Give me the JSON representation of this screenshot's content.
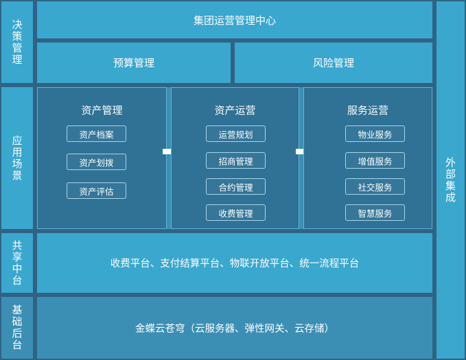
{
  "row_labels": {
    "decision": [
      "决",
      "策",
      "管",
      "理"
    ],
    "application": [
      "应",
      "用",
      "场",
      "景"
    ],
    "shared": [
      "共",
      "享",
      "中",
      "台"
    ],
    "base": [
      "基",
      "础",
      "后",
      "台"
    ],
    "external": [
      "外",
      "部",
      "集",
      "成"
    ]
  },
  "decision": {
    "title": "集团运营管理中心",
    "budget": "预算管理",
    "risk": "风险管理"
  },
  "columns": [
    {
      "title": "资产管理",
      "items": [
        "资产档案",
        "资产划拨",
        "资产评估"
      ]
    },
    {
      "title": "资产运营",
      "items": [
        "运营规划",
        "招商管理",
        "合约管理",
        "收费管理"
      ]
    },
    {
      "title": "服务运营",
      "items": [
        "物业服务",
        "增值服务",
        "社交服务",
        "智慧服务"
      ]
    }
  ],
  "shared_platform": "收费平台、支付结算平台、物联开放平台、统一流程平台",
  "base_platform": "金蝶云苍穹（云服务器、弹性网关、云存储）",
  "colors": {
    "background": "#2f6384",
    "bright_block": "#3aa7cf",
    "mid_block": "#3b8fb5",
    "column_block": "#2f7296"
  },
  "icons": [
    "arrow-right-icon",
    "arrow-right-icon"
  ]
}
